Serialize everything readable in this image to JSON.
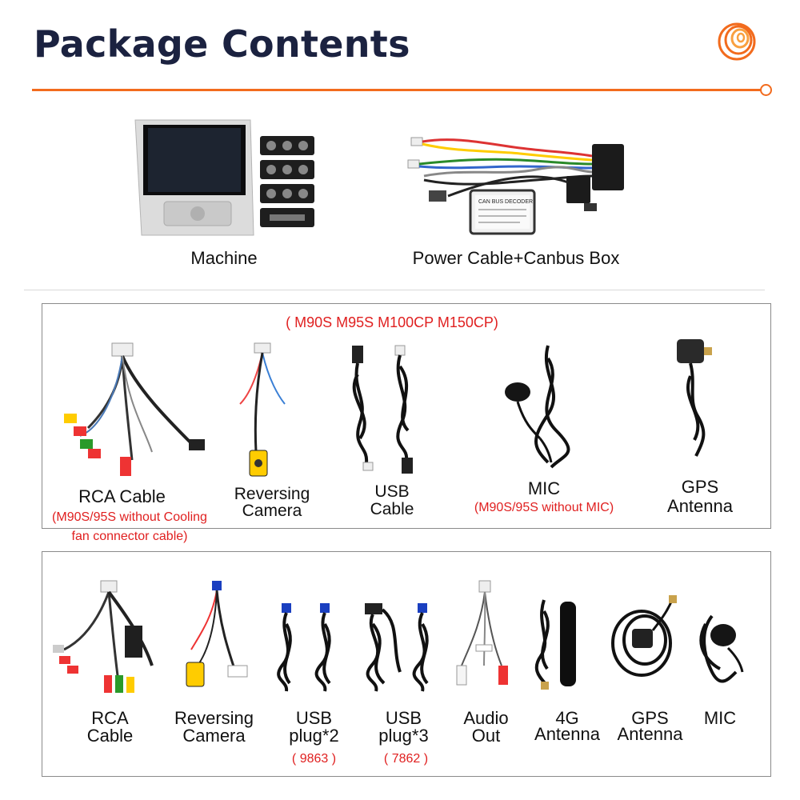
{
  "header": {
    "title": "Package Contents"
  },
  "top": {
    "machine_label": "Machine",
    "power_label": "Power Cable+Canbus Box",
    "canbus_box_text": [
      "CAN BUS DECODER"
    ]
  },
  "box1": {
    "models_note": "( M90S M95S M100CP M150CP)",
    "items": [
      {
        "label_lines": [
          "RCA Cable"
        ],
        "note_lines": [
          "(M90S/95S without Cooling",
          "fan connector cable)"
        ]
      },
      {
        "label_lines": [
          "Reversing",
          "Camera"
        ]
      },
      {
        "label_lines": [
          "USB",
          "Cable"
        ]
      },
      {
        "label_lines": [
          "MIC"
        ],
        "note_lines": [
          "(M90S/95S without MIC)"
        ]
      },
      {
        "label_lines": [
          "GPS",
          "Antenna"
        ]
      }
    ]
  },
  "box2": {
    "items": [
      {
        "label_lines": [
          "RCA",
          "Cable"
        ]
      },
      {
        "label_lines": [
          "Reversing",
          "Camera"
        ]
      },
      {
        "label_lines": [
          "USB",
          "plug*2"
        ],
        "note": "( 9863 )"
      },
      {
        "label_lines": [
          "USB",
          "plug*3"
        ],
        "note": "( 7862 )"
      },
      {
        "label_lines": [
          "Audio",
          "Out"
        ]
      },
      {
        "label_lines": [
          "4G",
          "Antenna"
        ]
      },
      {
        "label_lines": [
          "GPS",
          "Antenna"
        ]
      },
      {
        "label_lines": [
          "MIC"
        ]
      }
    ]
  },
  "colors": {
    "accent": "#f26b1d",
    "title": "#1b2240",
    "note_red": "#e02020"
  }
}
